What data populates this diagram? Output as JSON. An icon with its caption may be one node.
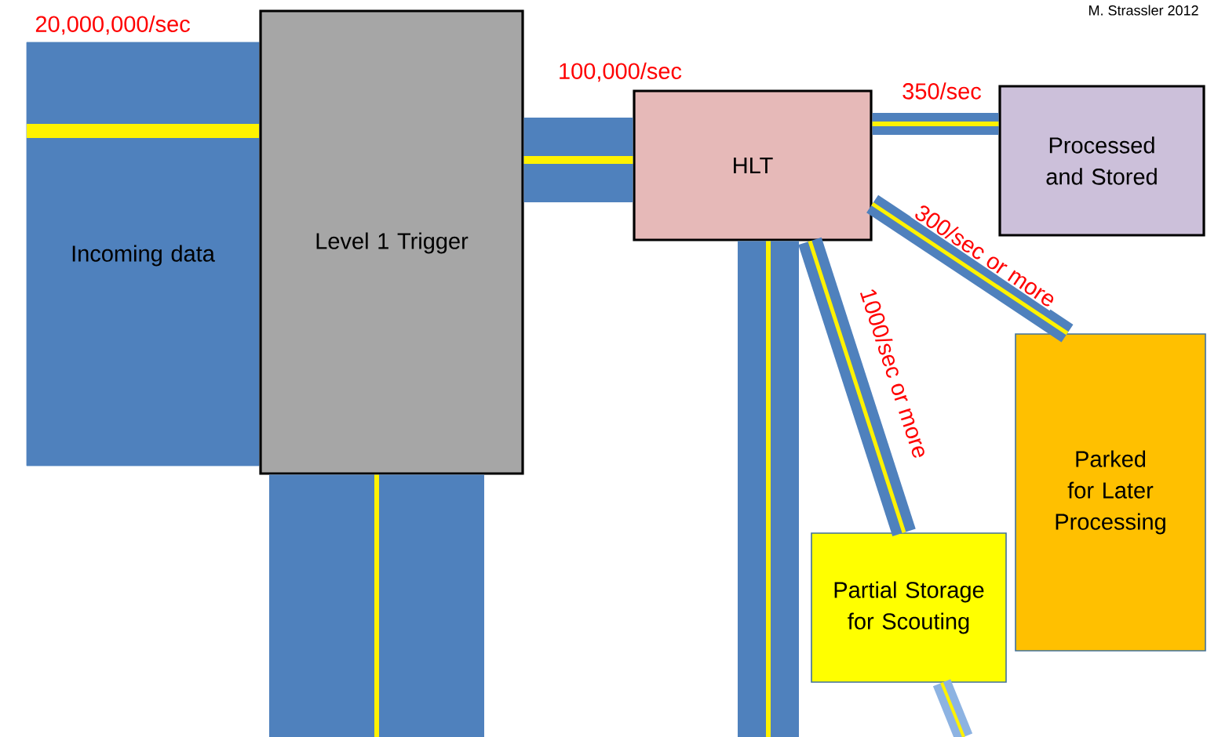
{
  "diagram": {
    "nodes": [
      {
        "text": [
          "Incoming data"
        ],
        "beside": [
          "20,000,000/sec"
        ]
      },
      {
        "text": [
          "Level 1 Trigger"
        ]
      },
      {
        "text": [
          "HLT"
        ]
      },
      {
        "text": [
          "Processed and Stored"
        ]
      },
      {
        "text": [
          "Parked for Later Processing"
        ]
      },
      {
        "text": [
          "Partial Storage for Scouting"
        ]
      }
    ],
    "edges": [
      {
        "from": 1,
        "to": 2,
        "arrow": "none",
        "label": "100,000/sec",
        "style": "thick"
      },
      {
        "from": 2,
        "to": 3,
        "arrow": "none",
        "label": "350/sec"
      },
      {
        "from": 2,
        "to": 4,
        "arrow": "none",
        "label": "300/sec or more"
      },
      {
        "from": 2,
        "to": 5,
        "arrow": "none",
        "label": "1000/sec or more"
      },
      {
        "from": 1,
        "to": null,
        "arrow": "none",
        "style": "thick"
      },
      {
        "from": 2,
        "to": null,
        "arrow": "none",
        "style": "thick"
      },
      {
        "from": 5,
        "to": null,
        "arrow": "none"
      }
    ],
    "labels": [
      "M. Strassler 2012"
    ]
  }
}
